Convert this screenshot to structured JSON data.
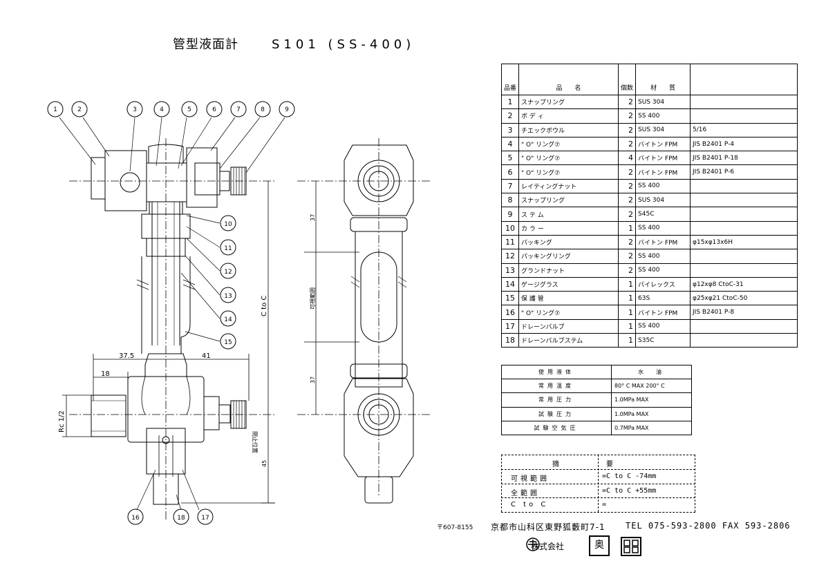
{
  "title": {
    "name": "管型液面計",
    "model": "S101 (SS-400)"
  },
  "drawing": {
    "balloons": [
      "1",
      "2",
      "3",
      "4",
      "5",
      "6",
      "7",
      "8",
      "9",
      "10",
      "11",
      "12",
      "13",
      "14",
      "15",
      "16",
      "17",
      "18"
    ],
    "dims": {
      "d37_5": "37.5",
      "d41": "41",
      "d18": "18",
      "rc": "Rc 1/2",
      "ctoc": "C to C",
      "d37a": "37",
      "d37b": "37",
      "d45": "45",
      "visible": "可視範囲",
      "closed": "閉止位置"
    }
  },
  "parts_table": {
    "headers": {
      "no": "品番",
      "name": "品　　名",
      "qty": "個数",
      "material": "材　　質",
      "remarks": ""
    },
    "rows": [
      {
        "no": "1",
        "name": "スナップリング",
        "qty": "2",
        "material": "SUS 304",
        "remarks": ""
      },
      {
        "no": "2",
        "name": "ボ デ ィ",
        "qty": "2",
        "material": "SS 400",
        "remarks": ""
      },
      {
        "no": "3",
        "name": "チエックボウル",
        "qty": "2",
        "material": "SUS 304",
        "remarks": "5/16"
      },
      {
        "no": "4",
        "name": "\" O\" リング⑦",
        "qty": "2",
        "material": "バイトン FPM",
        "remarks": "JIS B2401 P-4"
      },
      {
        "no": "5",
        "name": "\" O\" リング⑦",
        "qty": "4",
        "material": "バイトン FPM",
        "remarks": "JIS B2401 P-18"
      },
      {
        "no": "6",
        "name": "\" O\" リング⑦",
        "qty": "2",
        "material": "バイトン FPM",
        "remarks": "JIS B2401 P-6"
      },
      {
        "no": "7",
        "name": "レイティングナット",
        "qty": "2",
        "material": "SS 400",
        "remarks": ""
      },
      {
        "no": "8",
        "name": "スナップリング",
        "qty": "2",
        "material": "SUS 304",
        "remarks": ""
      },
      {
        "no": "9",
        "name": "ス テ ム",
        "qty": "2",
        "material": "S45C",
        "remarks": ""
      },
      {
        "no": "10",
        "name": "カ ラ ー",
        "qty": "1",
        "material": "SS 400",
        "remarks": ""
      },
      {
        "no": "11",
        "name": "パッキング",
        "qty": "2",
        "material": "バイトン FPM",
        "remarks": "φ15xφ13x6H"
      },
      {
        "no": "12",
        "name": "パッキングリング",
        "qty": "2",
        "material": "SS 400",
        "remarks": ""
      },
      {
        "no": "13",
        "name": "グランドナット",
        "qty": "2",
        "material": "SS 400",
        "remarks": ""
      },
      {
        "no": "14",
        "name": "ゲージグラス",
        "qty": "1",
        "material": "パイレックス",
        "remarks": "φ12xφ8 CtoC-31"
      },
      {
        "no": "15",
        "name": "保 護 管",
        "qty": "1",
        "material": "63S",
        "remarks": "φ25xφ21 CtoC-50"
      },
      {
        "no": "16",
        "name": "\" O\" リング⑦",
        "qty": "1",
        "material": "バイトン FPM",
        "remarks": "JIS B2401 P-8"
      },
      {
        "no": "17",
        "name": "ドレーンバルブ",
        "qty": "1",
        "material": "SS 400",
        "remarks": ""
      },
      {
        "no": "18",
        "name": "ドレーンバルブステム",
        "qty": "1",
        "material": "S35C",
        "remarks": ""
      }
    ]
  },
  "conditions_table": {
    "rows": [
      {
        "label": "使用液体",
        "value": "水　油",
        "header": true
      },
      {
        "label": "常用温度",
        "value": "80° C MAX 200° C"
      },
      {
        "label": "常用圧力",
        "value": "1.0MPa MAX"
      },
      {
        "label": "試験圧力",
        "value": "1.0MPa MAX"
      },
      {
        "label": "試験空気圧",
        "value": "0.7MPa MAX"
      }
    ]
  },
  "summary_table": {
    "header_left": "摘",
    "header_right": "要",
    "rows": [
      {
        "label": "可視範囲",
        "value": "=C to C -74mm"
      },
      {
        "label": "全範囲",
        "value": "=C to C +55mm"
      },
      {
        "label": "C to C",
        "value": "="
      }
    ]
  },
  "footer": {
    "postal": "〒607-8155",
    "address": "京都市山科区東野狐藪町7-1",
    "tel": "TEL 075-593-2800 FAX 593-2806",
    "company": "株式会社",
    "logo_char": "奥"
  }
}
